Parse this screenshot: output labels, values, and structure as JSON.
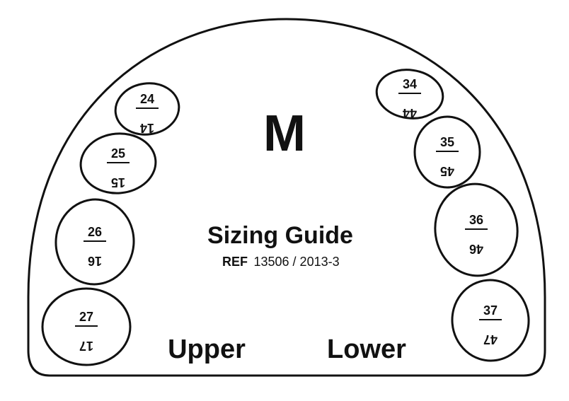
{
  "size_letter": "M",
  "title": "Sizing Guide",
  "ref_label": "REF",
  "ref_value": "13506 / 2013-3",
  "upper_label": "Upper",
  "lower_label": "Lower",
  "teeth": [
    {
      "top": "24",
      "bottom": "14"
    },
    {
      "top": "25",
      "bottom": "15"
    },
    {
      "top": "26",
      "bottom": "16"
    },
    {
      "top": "27",
      "bottom": "17"
    },
    {
      "top": "34",
      "bottom": "44"
    },
    {
      "top": "35",
      "bottom": "45"
    },
    {
      "top": "36",
      "bottom": "46"
    },
    {
      "top": "37",
      "bottom": "47"
    }
  ]
}
